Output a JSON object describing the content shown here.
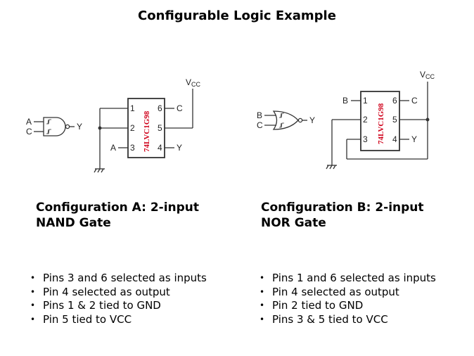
{
  "title": "Configurable Logic Example",
  "config_a": {
    "heading_line1": "Configuration A: 2-input",
    "heading_line2": "NAND Gate",
    "gate": {
      "type": "NAND",
      "inputs": [
        "A",
        "C"
      ],
      "output": "Y"
    },
    "chip": {
      "part": "74LVC1G98",
      "vcc_label": "V",
      "vcc_sub": "CC",
      "pins_left": [
        {
          "num": "1",
          "net": ""
        },
        {
          "num": "2",
          "net": ""
        },
        {
          "num": "3",
          "net": "A"
        }
      ],
      "pins_right": [
        {
          "num": "6",
          "net": "C"
        },
        {
          "num": "5",
          "net": ""
        },
        {
          "num": "4",
          "net": "Y"
        }
      ]
    },
    "bullets": [
      "Pins 3 and 6 selected as inputs",
      "Pin 4 selected as output",
      "Pins 1 & 2 tied to GND",
      "Pin 5 tied to VCC"
    ]
  },
  "config_b": {
    "heading_line1": "Configuration B: 2-input",
    "heading_line2": "NOR Gate",
    "gate": {
      "type": "NOR",
      "inputs": [
        "B",
        "C"
      ],
      "output": "Y"
    },
    "chip": {
      "part": "74LVC1G98",
      "vcc_label": "V",
      "vcc_sub": "CC",
      "pins_left": [
        {
          "num": "1",
          "net": "B"
        },
        {
          "num": "2",
          "net": ""
        },
        {
          "num": "3",
          "net": ""
        }
      ],
      "pins_right": [
        {
          "num": "6",
          "net": "C"
        },
        {
          "num": "5",
          "net": ""
        },
        {
          "num": "4",
          "net": "Y"
        }
      ]
    },
    "bullets": [
      "Pins 1 and 6 selected as inputs",
      "Pin 4 selected as output",
      "Pin 2 tied to GND",
      "Pins 3 & 5 tied to VCC"
    ]
  }
}
